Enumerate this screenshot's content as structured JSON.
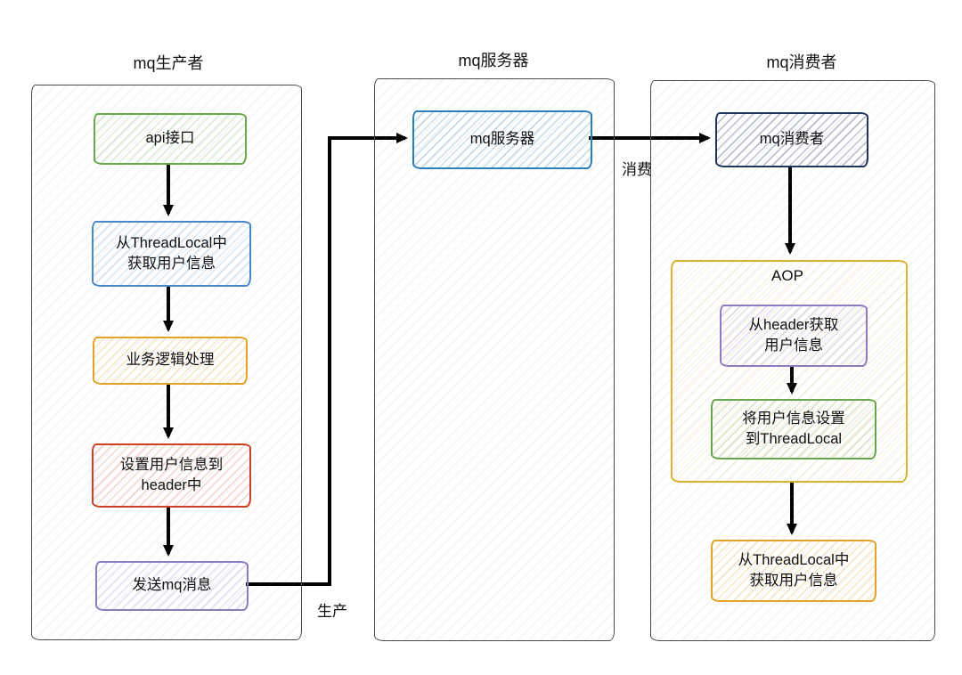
{
  "titles": {
    "producer": "mq生产者",
    "server": "mq服务器",
    "consumer": "mq消费者"
  },
  "producer": {
    "steps": [
      {
        "label": "api接口",
        "color": "#69a74e"
      },
      {
        "label": "从ThreadLocal中\n获取用户信息",
        "color": "#4a86c8"
      },
      {
        "label": "业务逻辑处理",
        "color": "#e1a325"
      },
      {
        "label": "设置用户信息到\nheader中",
        "color": "#cc4125"
      },
      {
        "label": "发送mq消息",
        "color": "#8e7cc3"
      }
    ]
  },
  "server": {
    "node": "mq服务器",
    "color": "#2d7fb8"
  },
  "consumer": {
    "node": "mq消费者",
    "node_color": "#20355e",
    "aop": {
      "title": "AOP",
      "color": "#d9b430",
      "steps": [
        {
          "label": "从header获取\n用户信息",
          "color": "#8e7cc3"
        },
        {
          "label": "将用户信息设置\n到ThreadLocal",
          "color": "#69a74e"
        }
      ]
    },
    "final": {
      "label": "从ThreadLocal中\n获取用户信息",
      "color": "#e1a325"
    }
  },
  "edges": {
    "produce": "生产",
    "consume": "消费"
  },
  "colors": {
    "arrow": "#000000",
    "frame_border": "#4a4a4a",
    "background": "#ffffff"
  }
}
